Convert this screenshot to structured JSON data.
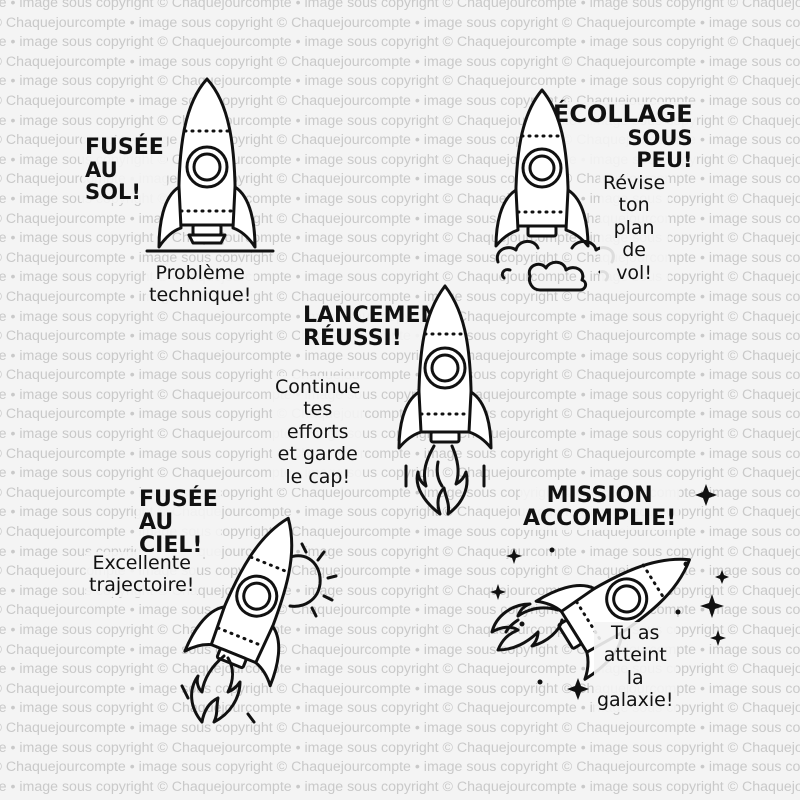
{
  "watermark_lines": [
    "compte • image sous copyright © Chaquejourcompte • image sous copyright © Chaquejourcompte • image sous copyright © Chaquejourcompte",
    "right © Chaquejourcompte • image sous copyright © Chaquejourcompte • image sous copyright © Chaquejourcompte • image sous copyright"
  ],
  "stamps": [
    {
      "title_lines": [
        "FUSÉE",
        "AU SOL!"
      ],
      "message_lines": [
        "Problème",
        "technique!"
      ]
    },
    {
      "title_lines": [
        "DÉCOLLAGE",
        "SOUS PEU!"
      ],
      "message_lines": [
        "Révise",
        "ton plan",
        "de vol!"
      ]
    },
    {
      "title_lines": [
        "LANCEMENT",
        "RÉUSSI!"
      ],
      "message_lines": [
        "Continue",
        "tes efforts",
        "et garde",
        "le cap!"
      ]
    },
    {
      "title_lines": [
        "FUSÉE",
        "AU CIEL!"
      ],
      "message_lines": [
        "Excellente",
        "trajectoire!"
      ]
    },
    {
      "title_lines": [
        "MISSION",
        "ACCOMPLIE!"
      ],
      "message_lines": [
        "Tu as",
        "atteint la",
        "galaxie!"
      ]
    }
  ],
  "icons": {
    "rocket": "rocket-icon",
    "smoke": "smoke-cloud-icon",
    "flame": "flame-icon",
    "sun": "sun-icon",
    "stars": "sparkle-star-icon"
  },
  "colors": {
    "ink": "#111111",
    "background": "#f4f4f4",
    "watermark": "#c9c9c9"
  }
}
